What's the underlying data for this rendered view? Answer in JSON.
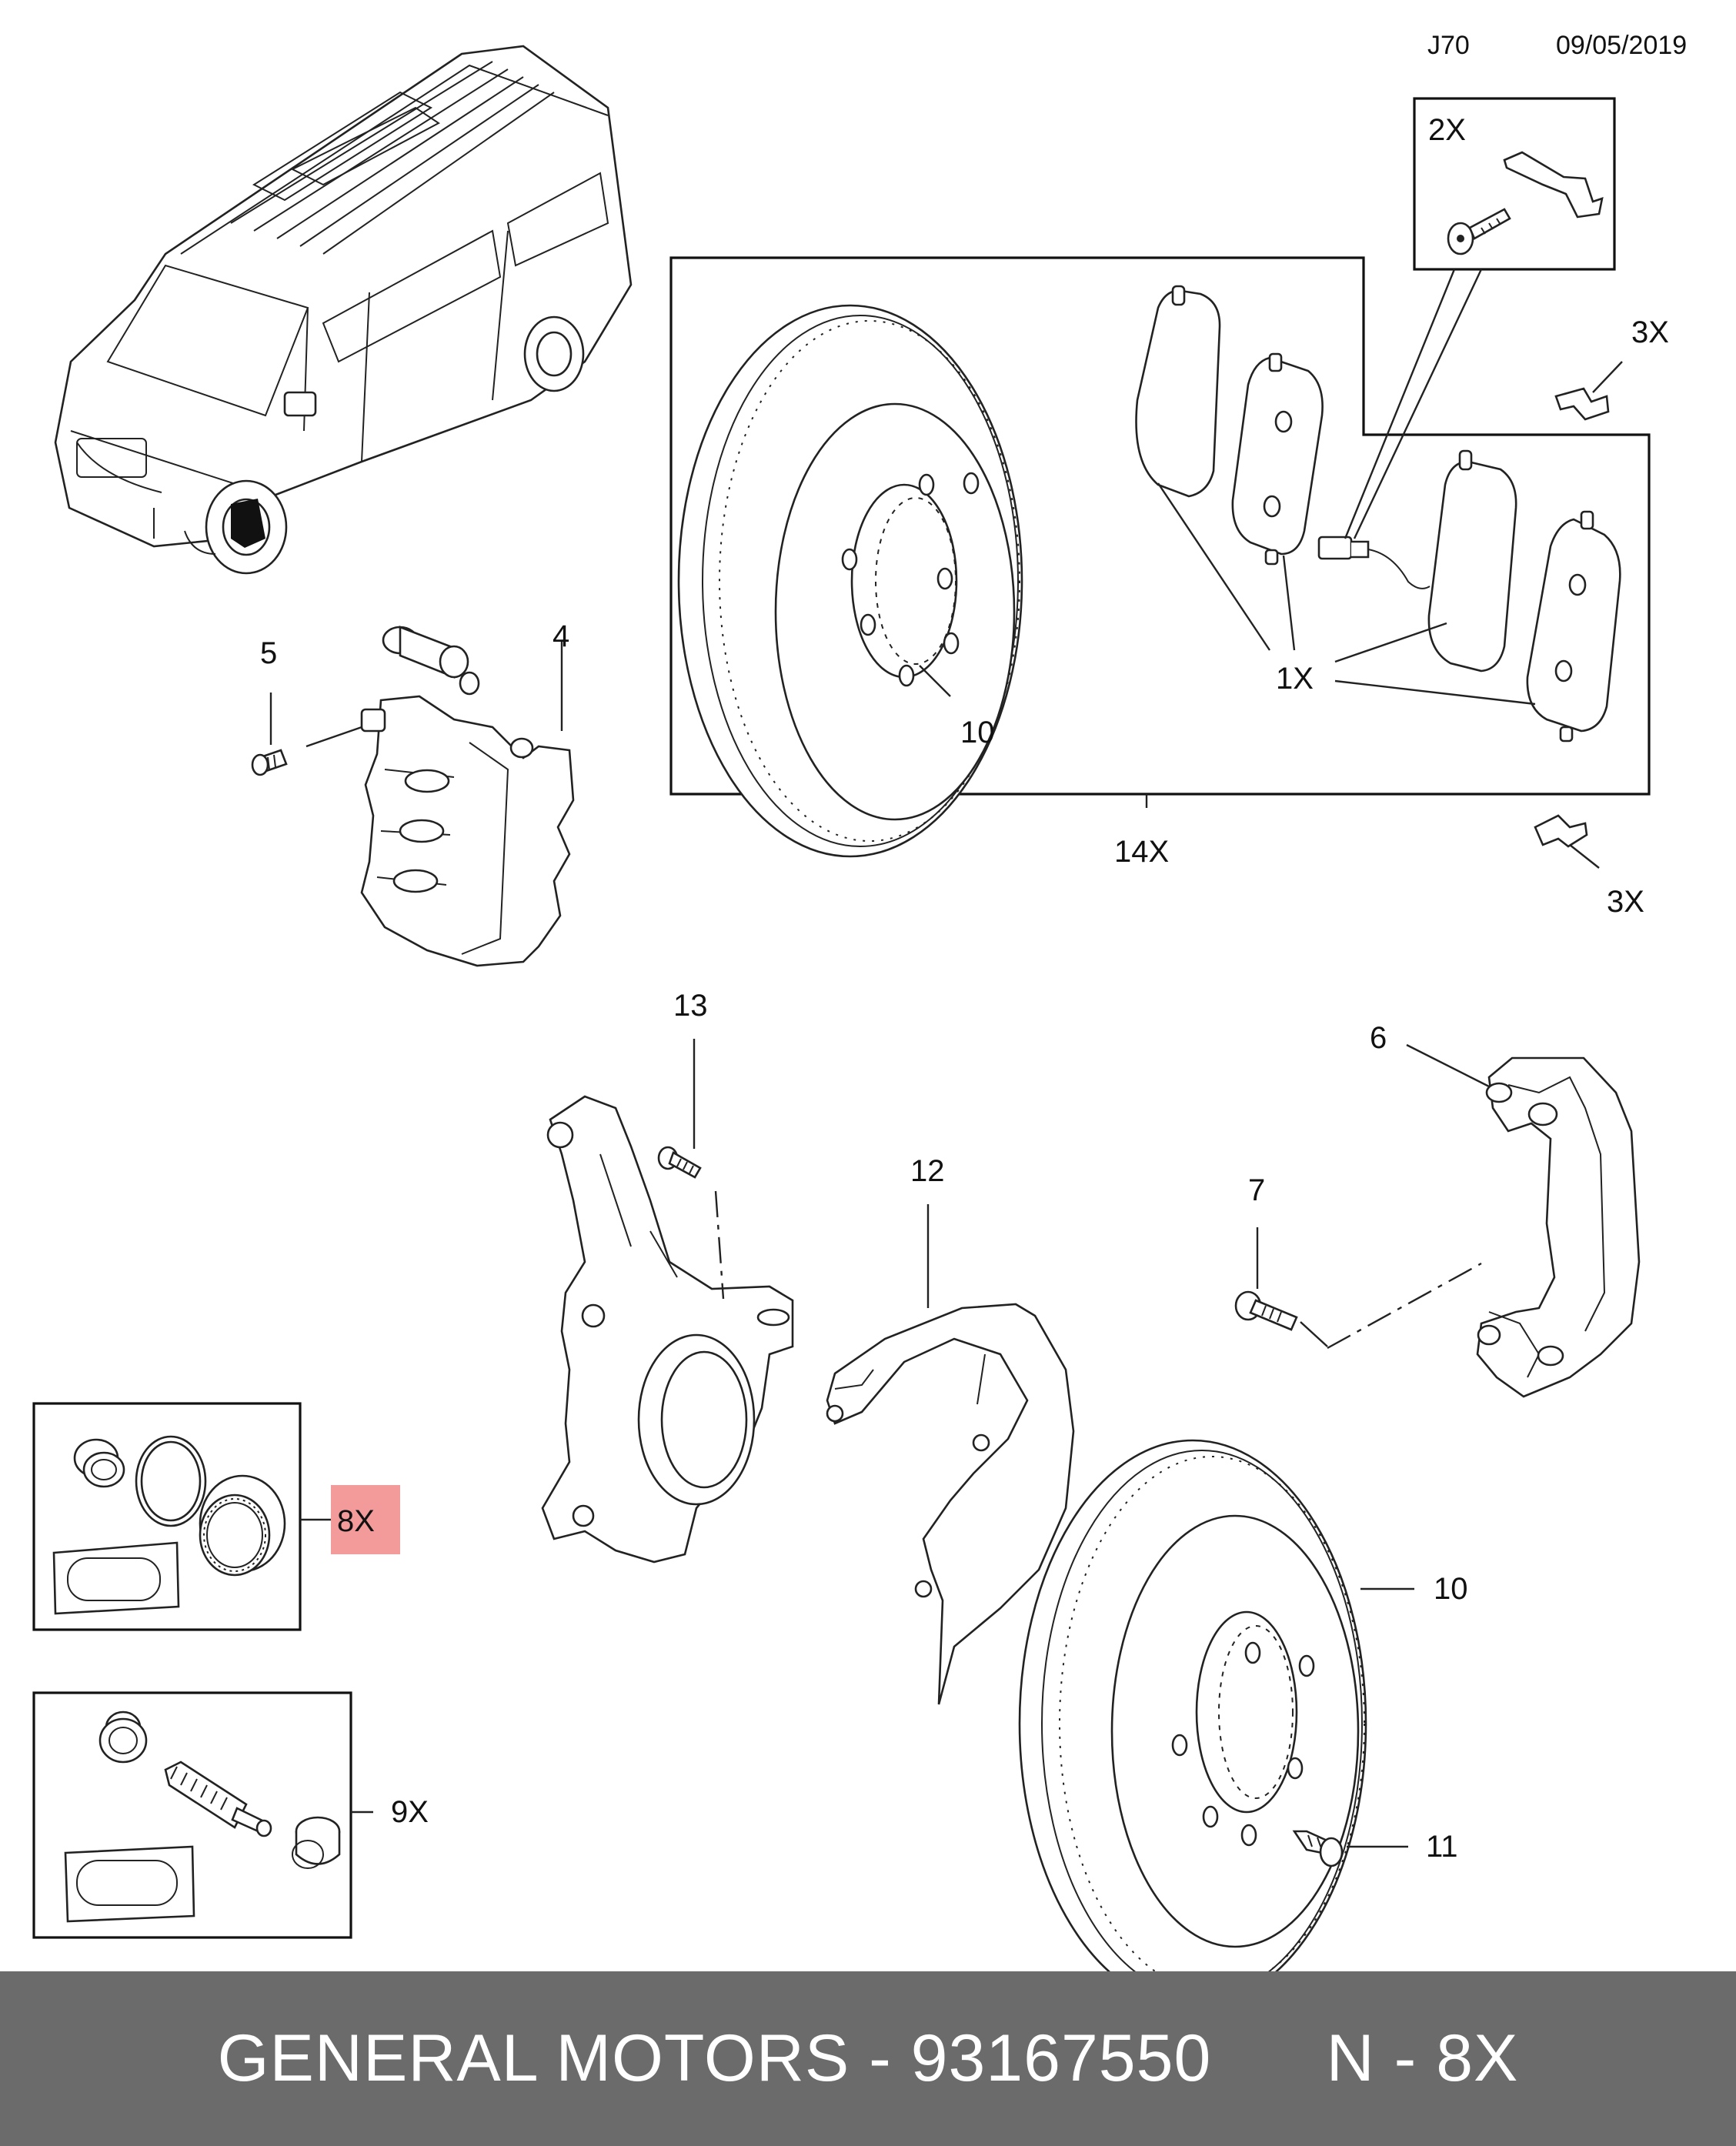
{
  "header": {
    "code": "J70",
    "date": "09/05/2019"
  },
  "callouts": {
    "sensor_qty": "2X",
    "clip_top_qty": "3X",
    "clip_bottom_qty": "3X",
    "pad_qty": "1X",
    "disc_upper": "10",
    "pad_kit_qty": "14X",
    "bolt_5": "5",
    "caliper_4": "4",
    "bolt_13": "13",
    "shield_12": "12",
    "bracket_6": "6",
    "bolt_7": "7",
    "disc_lower": "10",
    "screw_11": "11",
    "seal_kit_qty": "8X",
    "guide_kit_qty": "9X"
  },
  "highlight_color": "#f39a9a",
  "footer": {
    "brand": "GENERAL MOTORS",
    "separator": "-",
    "part_number": "93167550",
    "note": "N - 8X"
  }
}
